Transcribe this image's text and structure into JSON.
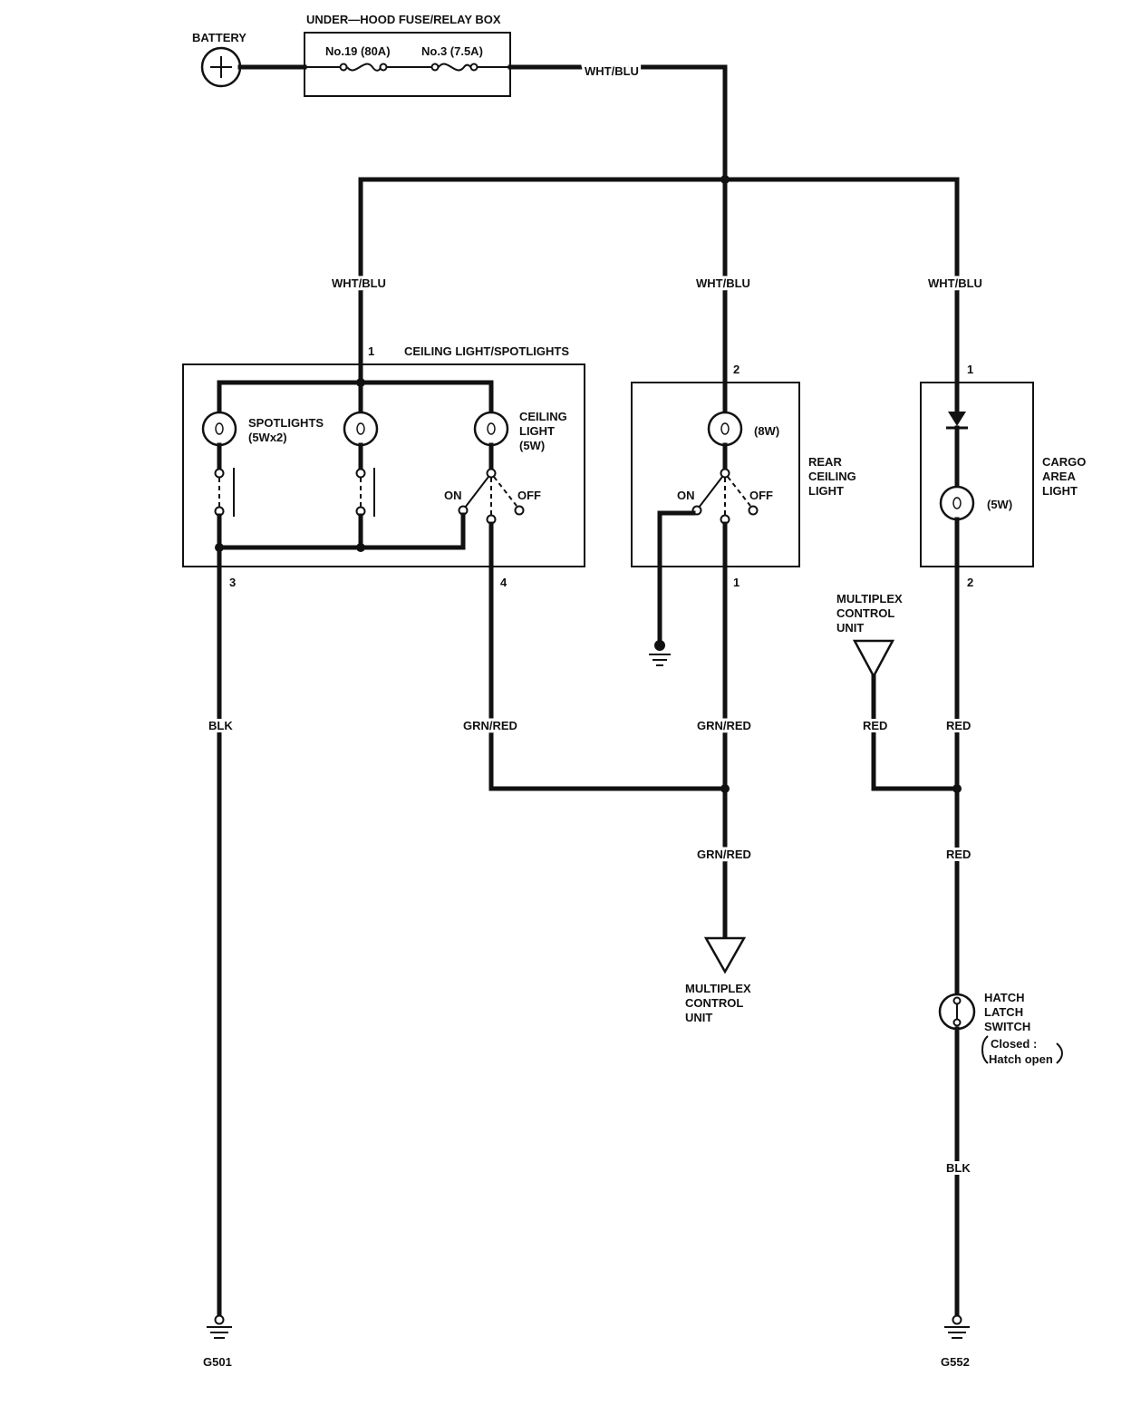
{
  "battery": {
    "label": "BATTERY",
    "symbol": "+"
  },
  "fuse_box": {
    "title": "UNDER—HOOD FUSE/RELAY BOX",
    "fuses": [
      "No.19 (80A)",
      "No.3 (7.5A)"
    ]
  },
  "wires": {
    "main": "WHT/BLU",
    "branch_left": "WHT/BLU",
    "branch_center": "WHT/BLU",
    "branch_right": "WHT/BLU",
    "ground_left": "BLK",
    "ceiling_out": "GRN/RED",
    "rear_out": "GRN/RED",
    "mcu_in": "GRN/RED",
    "mcu_red": "RED",
    "cargo_out": "RED",
    "hatch_in": "RED",
    "ground_right": "BLK"
  },
  "ceiling_unit": {
    "title": "CEILING LIGHT/SPOTLIGHTS",
    "pin_in": "1",
    "pin_ground": "3",
    "pin_out": "4",
    "spot_label_1": "SPOTLIGHTS",
    "spot_label_2": "(5Wx2)",
    "ceil_label_1": "CEILING",
    "ceil_label_2": "LIGHT",
    "ceil_label_3": "(5W)",
    "on": "ON",
    "off": "OFF"
  },
  "rear_unit": {
    "pin_in": "2",
    "pin_out": "1",
    "watt": "(8W)",
    "label_1": "REAR",
    "label_2": "CEILING",
    "label_3": "LIGHT",
    "on": "ON",
    "off": "OFF"
  },
  "cargo_unit": {
    "pin_in": "1",
    "pin_out": "2",
    "watt": "(5W)",
    "label_1": "CARGO",
    "label_2": "AREA",
    "label_3": "LIGHT"
  },
  "mcu_top": {
    "line1": "MULTIPLEX",
    "line2": "CONTROL",
    "line3": "UNIT"
  },
  "mcu_bottom": {
    "line1": "MULTIPLEX",
    "line2": "CONTROL",
    "line3": "UNIT"
  },
  "hatch_switch": {
    "line1": "HATCH",
    "line2": "LATCH",
    "line3": "SWITCH",
    "line4": "Closed :",
    "line5": "Hatch open"
  },
  "grounds": {
    "left": "G501",
    "right": "G552"
  }
}
